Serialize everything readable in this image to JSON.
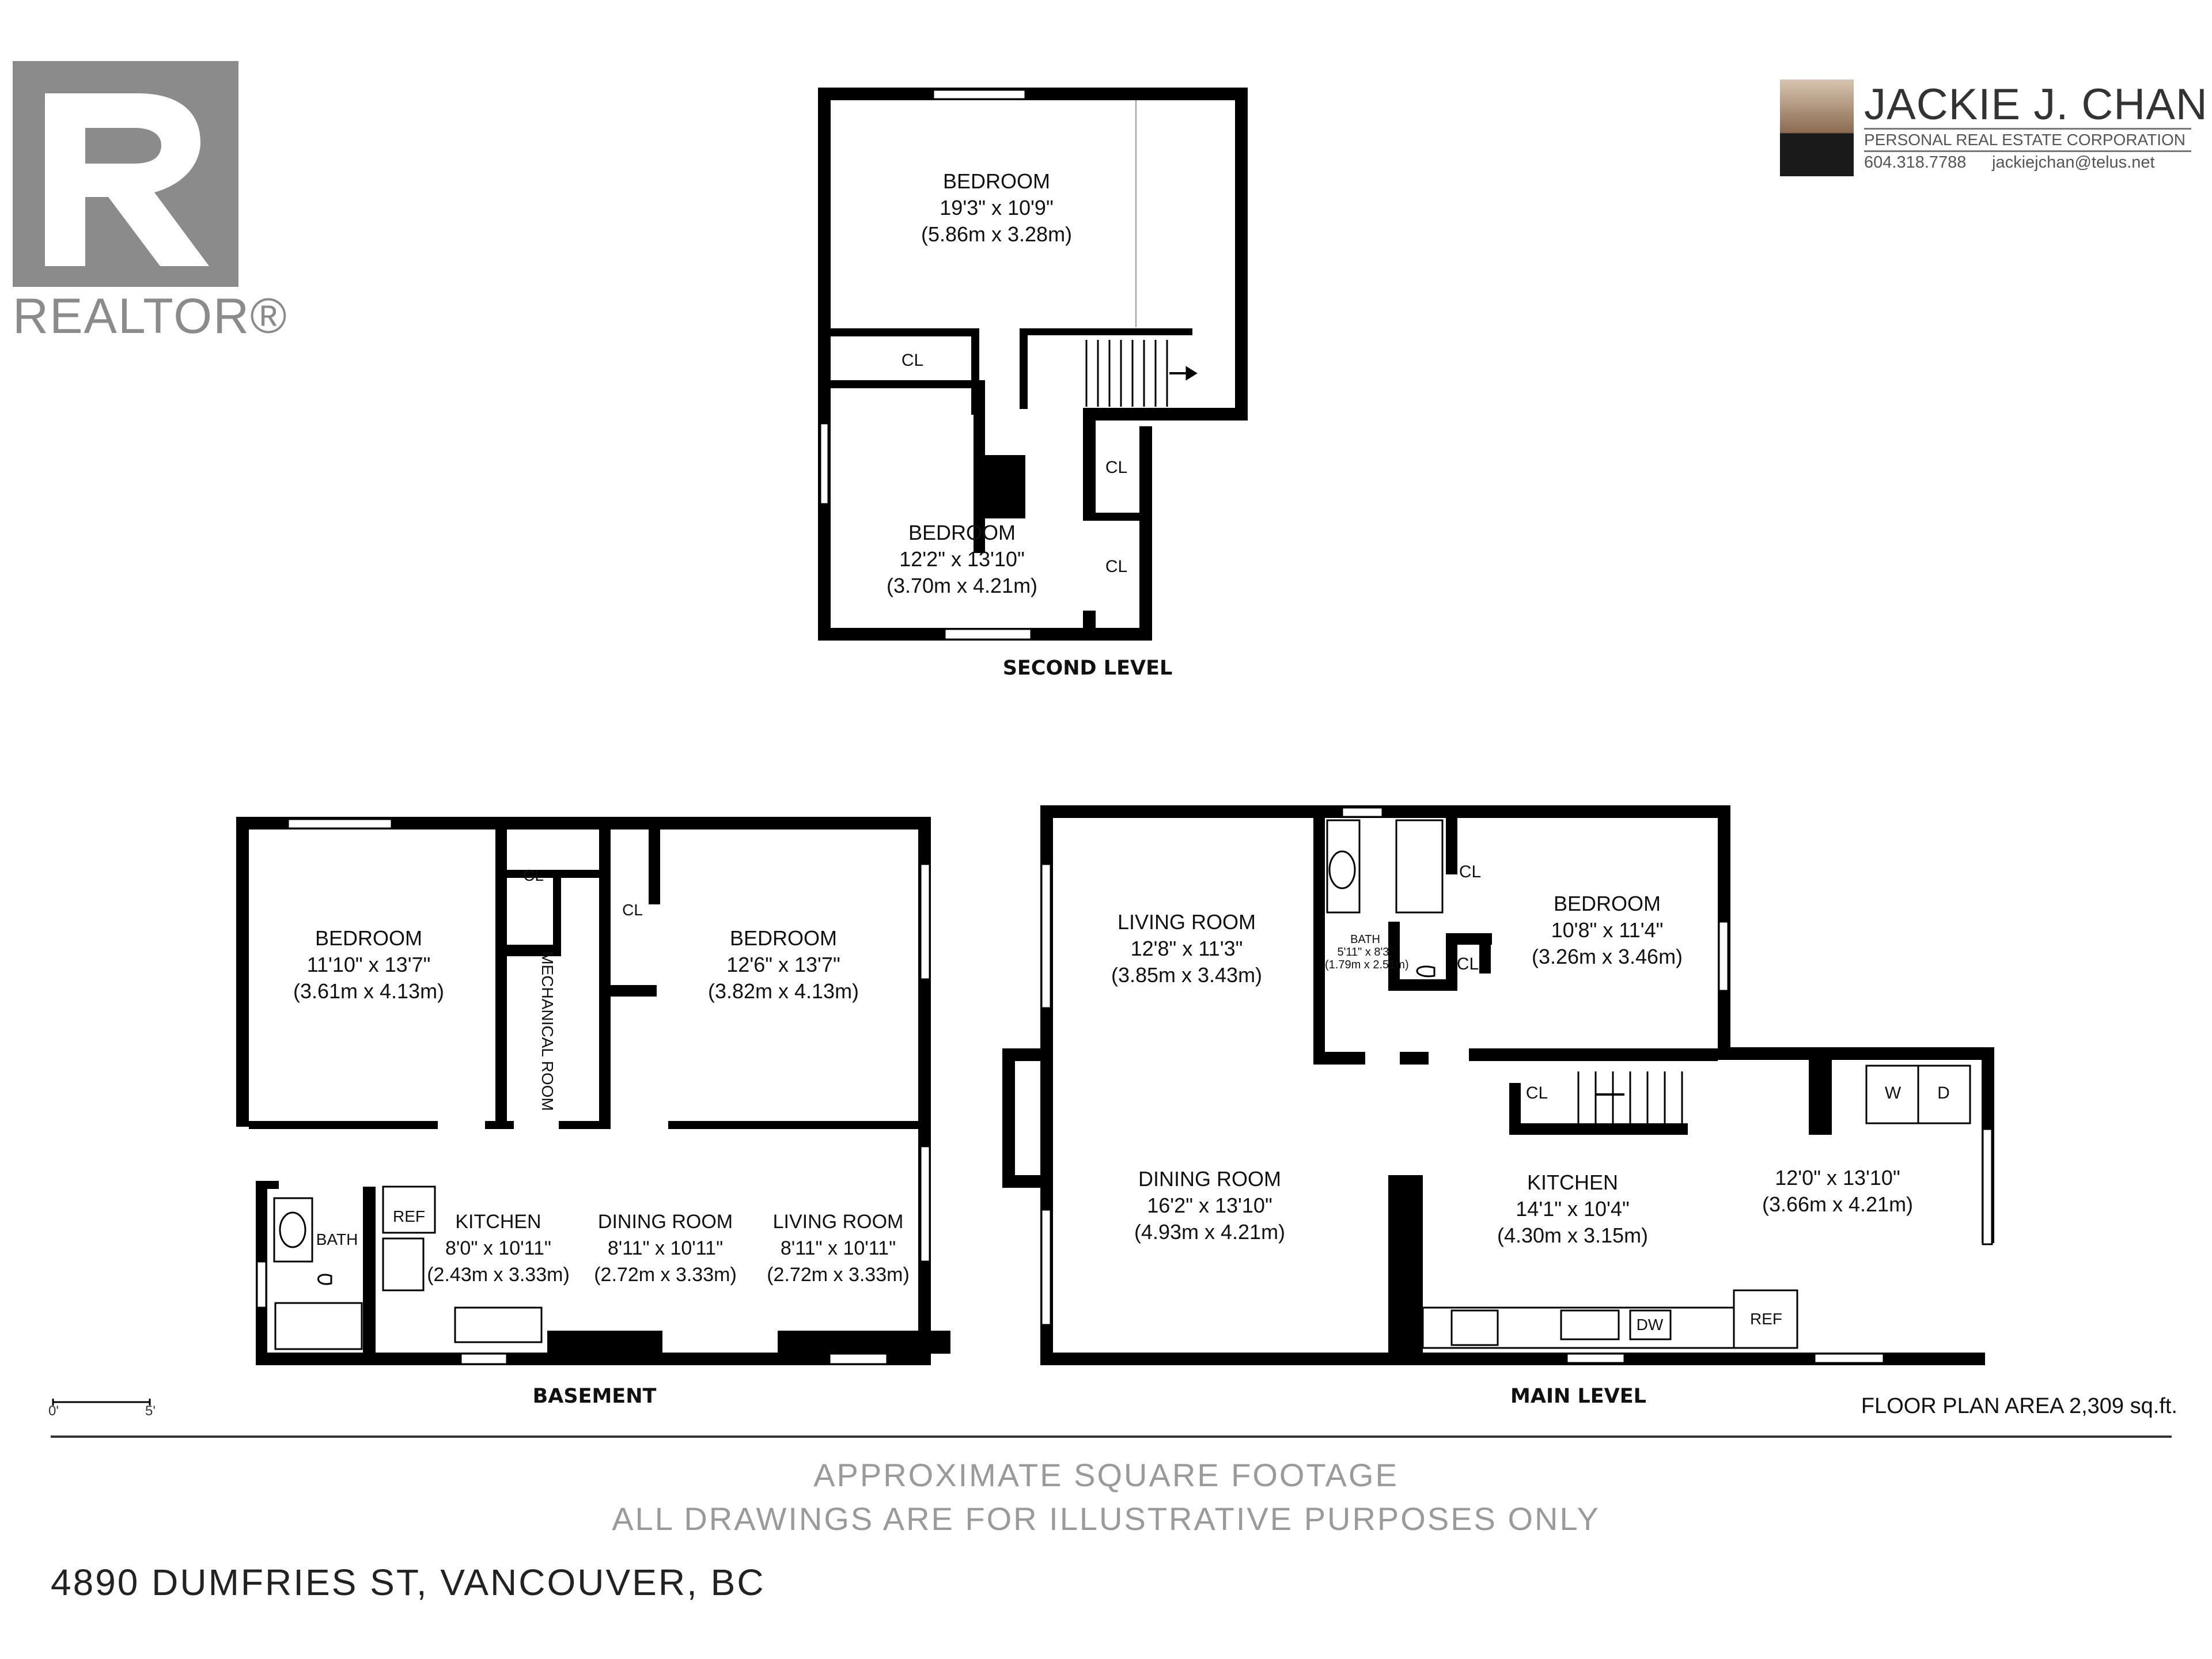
{
  "branding": {
    "realtor_text": "REALTOR®",
    "agent_name": "JACKIE J. CHAN",
    "agent_corporation": "PERSONAL REAL ESTATE CORPORATION",
    "agent_phone": "604.318.7788",
    "agent_email": "jackiejchan@telus.net"
  },
  "levels": {
    "second": {
      "label": "SECOND LEVEL",
      "rooms": [
        {
          "name": "BEDROOM",
          "imperial": "19'3\" x 10'9\"",
          "metric": "(5.86m x 3.28m)"
        },
        {
          "name": "BEDROOM",
          "imperial": "12'2\" x 13'10\"",
          "metric": "(3.70m x 4.21m)"
        }
      ],
      "closets": [
        "CL",
        "CL",
        "CL"
      ]
    },
    "basement": {
      "label": "BASEMENT",
      "rooms": [
        {
          "name": "BEDROOM",
          "imperial": "11'10\" x 13'7\"",
          "metric": "(3.61m x 4.13m)"
        },
        {
          "name": "BEDROOM",
          "imperial": "12'6\" x 13'7\"",
          "metric": "(3.82m x 4.13m)"
        },
        {
          "name": "KITCHEN",
          "imperial": "8'0\" x 10'11\"",
          "metric": "(2.43m x 3.33m)"
        },
        {
          "name": "DINING ROOM",
          "imperial": "8'11\" x 10'11\"",
          "metric": "(2.72m x 3.33m)"
        },
        {
          "name": "LIVING ROOM",
          "imperial": "8'11\" x 10'11\"",
          "metric": "(2.72m x 3.33m)"
        }
      ],
      "mechanical_room": "MECHANICAL ROOM",
      "bath": "BATH",
      "fridge": "REF",
      "closets": [
        "CL",
        "CL"
      ]
    },
    "main": {
      "label": "MAIN LEVEL",
      "rooms": [
        {
          "name": "LIVING ROOM",
          "imperial": "12'8\" x 11'3\"",
          "metric": "(3.85m x 3.43m)"
        },
        {
          "name": "DINING ROOM",
          "imperial": "16'2\" x 13'10\"",
          "metric": "(4.93m x 4.21m)"
        },
        {
          "name": "BEDROOM",
          "imperial": "10'8\" x 11'4\"",
          "metric": "(3.26m x 3.46m)"
        },
        {
          "name": "KITCHEN",
          "imperial": "14'1\" x 10'4\"",
          "metric": "(4.30m x 3.15m)"
        },
        {
          "name": "",
          "imperial": "12'0\" x 13'10\"",
          "metric": "(3.66m x 4.21m)"
        }
      ],
      "bath": {
        "name": "BATH",
        "imperial": "5'11\" x 8'3\"",
        "metric": "(1.79m x 2.51m)"
      },
      "closets": [
        "CL",
        "CL",
        "CL"
      ],
      "washer": "W",
      "dryer": "D",
      "dishwasher": "DW",
      "fridge": "REF"
    }
  },
  "scale": {
    "start": "0'",
    "end": "5'"
  },
  "floor_plan_area": "FLOOR PLAN AREA 2,309 sq.ft.",
  "notes": [
    "APPROXIMATE SQUARE FOOTAGE",
    "ALL DRAWINGS ARE FOR ILLUSTRATIVE PURPOSES ONLY"
  ],
  "address": "4890 DUMFRIES ST, VANCOUVER, BC",
  "colors": {
    "wall": "#000000",
    "logo_gray": "#8b8b8b",
    "note_gray": "#9a9a9a"
  }
}
